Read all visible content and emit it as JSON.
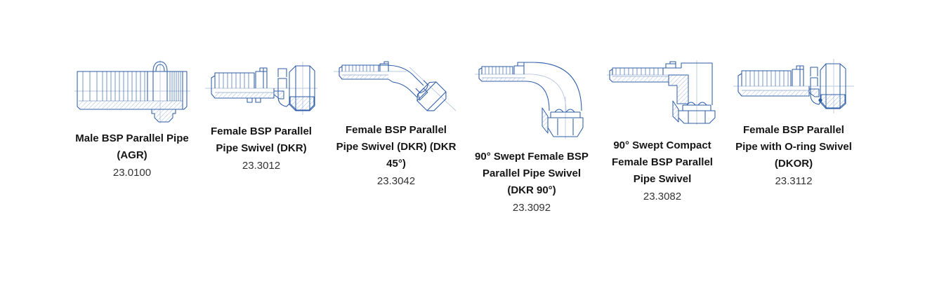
{
  "colors": {
    "background": "#ffffff",
    "drawing_line": "#2d5ca6",
    "drawing_centerline": "#b9c8e2",
    "drawing_hatch": "#9db5d8",
    "name_text": "#161616",
    "code_text": "#333333"
  },
  "products": [
    {
      "name": "Male BSP Parallel Pipe (AGR)",
      "label_lines": [
        "Male BSP Parallel Pipe",
        "(AGR)"
      ],
      "code": "23.0100",
      "drawing": "straight-male-bsp-fitting-drawing"
    },
    {
      "name": "Female BSP Parallel Pipe Swivel (DKR)",
      "label_lines": [
        "Female BSP Parallel",
        "Pipe Swivel (DKR)"
      ],
      "code": "23.3012",
      "drawing": "straight-female-swivel-fitting-drawing"
    },
    {
      "name": "Female BSP Parallel Pipe Swivel (DKR) (DKR 45°)",
      "label_lines": [
        "Female BSP Parallel",
        "Pipe Swivel (DKR) (DKR",
        "45°)"
      ],
      "code": "23.3042",
      "drawing": "45-degree-female-swivel-fitting-drawing"
    },
    {
      "name": "90° Swept Female BSP Parallel Pipe Swivel (DKR 90°)",
      "label_lines": [
        "90° Swept Female BSP",
        "Parallel Pipe Swivel",
        "(DKR 90°)"
      ],
      "code": "23.3092",
      "drawing": "90-degree-swept-female-swivel-fitting-drawing"
    },
    {
      "name": "90° Swept Compact Female BSP Parallel Pipe Swivel",
      "label_lines": [
        "90° Swept Compact",
        "Female BSP Parallel",
        "Pipe Swivel"
      ],
      "code": "23.3082",
      "drawing": "90-degree-compact-female-swivel-fitting-drawing"
    },
    {
      "name": "Female BSP Parallel Pipe with O-ring Swivel (DKOR)",
      "label_lines": [
        "Female BSP Parallel",
        "Pipe with O-ring Swivel",
        "(DKOR)"
      ],
      "code": "23.3112",
      "drawing": "straight-female-o-ring-swivel-fitting-drawing"
    }
  ]
}
